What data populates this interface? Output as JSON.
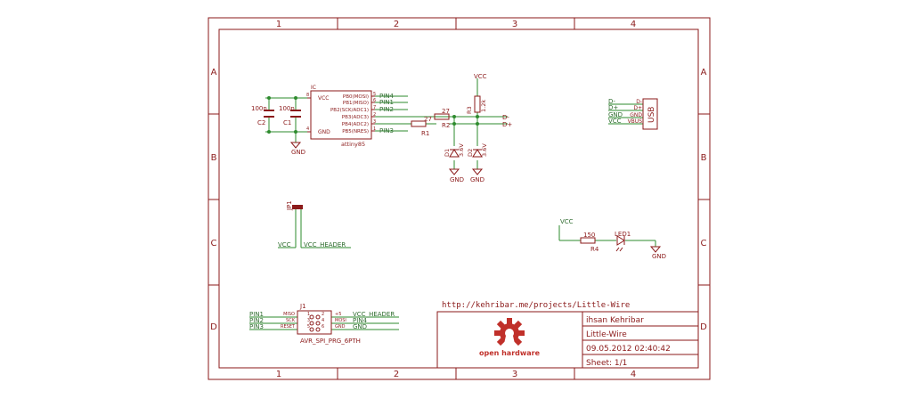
{
  "frame": {
    "columns": [
      "1",
      "2",
      "3",
      "4"
    ],
    "rows": [
      "A",
      "B",
      "C",
      "D"
    ]
  },
  "mcu": {
    "ref": "IC",
    "part": "attiny85",
    "pins_left": [
      {
        "num": "8",
        "name": "VCC"
      },
      {
        "num": "4",
        "name": "GND"
      }
    ],
    "pins_right": [
      {
        "num": "5",
        "name": "PB0(MOSI)",
        "net": "PIN4"
      },
      {
        "num": "6",
        "name": "PB1(MISO)",
        "net": "PIN1"
      },
      {
        "num": "7",
        "name": "PB2(SCK/ADC1)",
        "net": "PIN2"
      },
      {
        "num": "2",
        "name": "PB3(ADC3)",
        "net": ""
      },
      {
        "num": "3",
        "name": "PB4(ADC2)",
        "net": ""
      },
      {
        "num": "1",
        "name": "PB5(NRES)",
        "net": "PIN3"
      }
    ]
  },
  "caps": {
    "c2_ref": "C2",
    "c2_val": "100n",
    "c1_ref": "C1",
    "c1_val": "100n",
    "gnd": "GND"
  },
  "usb_section": {
    "r1_ref": "R1",
    "r1_val": "27",
    "r2_ref": "R2",
    "r2_val": "27",
    "r3_ref": "R3",
    "r3_val": "1.2k",
    "vcc": "VCC",
    "d1_ref": "D1",
    "d1_val": "3.6V",
    "d2_ref": "D2",
    "d2_val": "3.6V",
    "gnd1": "GND",
    "gnd2": "GND",
    "dminus": "D-",
    "dplus": "D+"
  },
  "usb_conn": {
    "label": "USB",
    "nets": [
      "D-",
      "D+",
      "GND",
      "VCC"
    ],
    "pins": [
      "D-",
      "D+",
      "GND",
      "VBUS"
    ]
  },
  "jp1": {
    "ref": "JP1",
    "net_left": "VCC",
    "net_right": "VCC_HEADER"
  },
  "led_section": {
    "vcc": "VCC",
    "r4_ref": "R4",
    "r4_val": "150",
    "led_ref": "LED1",
    "gnd": "GND"
  },
  "j1": {
    "ref": "J1",
    "part": "AVR_SPI_PRG_6PTH",
    "left_nets": [
      "PIN1",
      "PIN2",
      "PIN3"
    ],
    "left_pins": [
      "MISO",
      "SCK",
      "RESET"
    ],
    "left_nums": [
      "1",
      "3",
      "5"
    ],
    "right_nums": [
      "2",
      "4",
      "6"
    ],
    "right_pins": [
      "+5",
      "MOSI",
      "GND"
    ],
    "right_nets": [
      "VCC_HEADER",
      "PIN4",
      "GND"
    ]
  },
  "title_block": {
    "url": "http://kehribar.me/projects/Little-Wire",
    "logo_text": "open hardware",
    "author": "ihsan Kehribar",
    "title": "Little-Wire",
    "date": "09.05.2012 02:40:42",
    "sheet": "Sheet: 1/1"
  },
  "colors": {
    "frame": "#8b1a1a",
    "wire": "#2e8b2e",
    "logo": "#c0302a"
  }
}
